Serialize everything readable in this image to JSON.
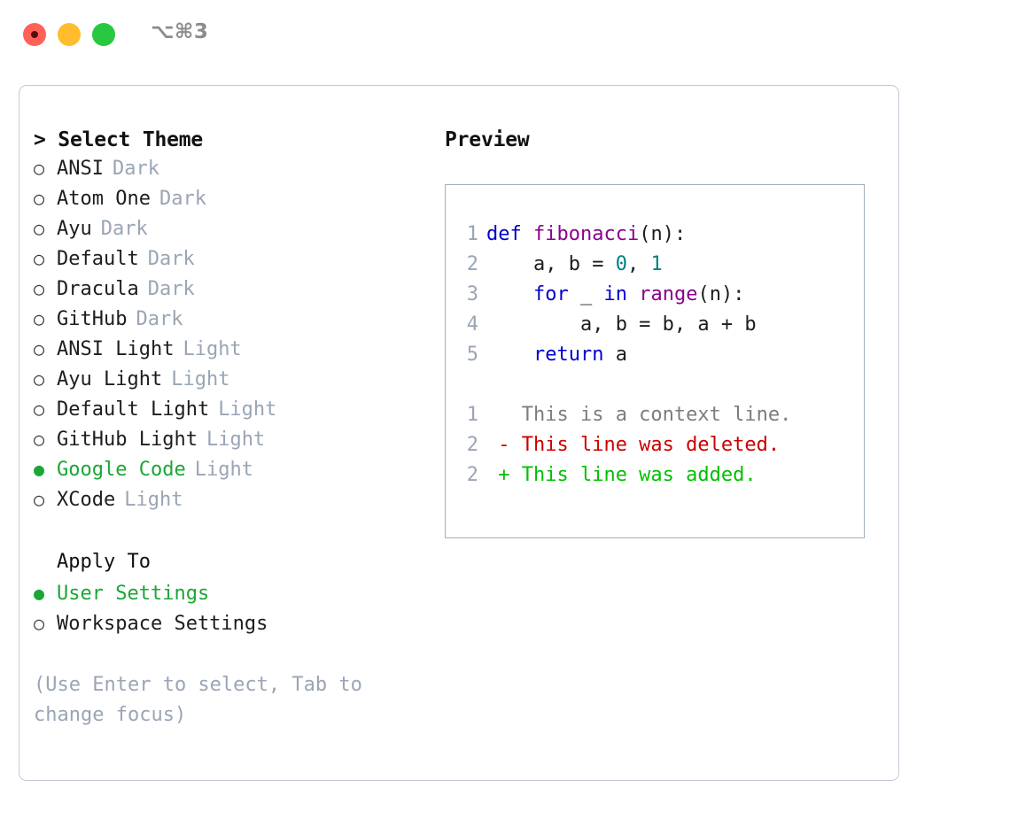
{
  "window": {
    "shortcut": "⌥⌘3",
    "traffic_lights": [
      {
        "name": "close",
        "color": "#ff6058"
      },
      {
        "name": "minimize",
        "color": "#ffbd2e"
      },
      {
        "name": "maximize",
        "color": "#28c840"
      }
    ]
  },
  "left": {
    "title": "> Select Theme",
    "themes": [
      {
        "bullet": "○",
        "label": "ANSI",
        "badge": "Dark",
        "selected": false
      },
      {
        "bullet": "○",
        "label": "Atom One",
        "badge": "Dark",
        "selected": false
      },
      {
        "bullet": "○",
        "label": "Ayu",
        "badge": "Dark",
        "selected": false
      },
      {
        "bullet": "○",
        "label": "Default",
        "badge": "Dark",
        "selected": false
      },
      {
        "bullet": "○",
        "label": "Dracula",
        "badge": "Dark",
        "selected": false
      },
      {
        "bullet": "○",
        "label": "GitHub",
        "badge": "Dark",
        "selected": false
      },
      {
        "bullet": "○",
        "label": "ANSI Light",
        "badge": "Light",
        "selected": false
      },
      {
        "bullet": "○",
        "label": "Ayu Light",
        "badge": "Light",
        "selected": false
      },
      {
        "bullet": "○",
        "label": "Default Light",
        "badge": "Light",
        "selected": false
      },
      {
        "bullet": "○",
        "label": "GitHub Light",
        "badge": "Light",
        "selected": false
      },
      {
        "bullet": "●",
        "label": "Google Code",
        "badge": "Light",
        "selected": true
      },
      {
        "bullet": "○",
        "label": "XCode",
        "badge": "Light",
        "selected": false
      }
    ],
    "apply_to": {
      "title": "Apply To",
      "options": [
        {
          "bullet": "●",
          "label": "User Settings",
          "selected": true
        },
        {
          "bullet": "○",
          "label": "Workspace Settings",
          "selected": false
        }
      ]
    },
    "hint": "(Use Enter to select, Tab to change focus)"
  },
  "right": {
    "title": "Preview",
    "code_lines": [
      {
        "lineno": "1",
        "tokens": [
          {
            "text": "def ",
            "type": "kw"
          },
          {
            "text": "fibonacci",
            "type": "fn"
          },
          {
            "text": "(n):",
            "type": "pl"
          }
        ]
      },
      {
        "lineno": "2",
        "tokens": [
          {
            "text": "    a, b = ",
            "type": "pl"
          },
          {
            "text": "0",
            "type": "num"
          },
          {
            "text": ", ",
            "type": "pl"
          },
          {
            "text": "1",
            "type": "num"
          }
        ]
      },
      {
        "lineno": "3",
        "tokens": [
          {
            "text": "    ",
            "type": "pl"
          },
          {
            "text": "for",
            "type": "kw"
          },
          {
            "text": " _ ",
            "type": "pl"
          },
          {
            "text": "in",
            "type": "kw"
          },
          {
            "text": " ",
            "type": "pl"
          },
          {
            "text": "range",
            "type": "fn"
          },
          {
            "text": "(n):",
            "type": "pl"
          }
        ]
      },
      {
        "lineno": "4",
        "tokens": [
          {
            "text": "        a, b = b, a + b",
            "type": "pl"
          }
        ]
      },
      {
        "lineno": "5",
        "tokens": [
          {
            "text": "    ",
            "type": "pl"
          },
          {
            "text": "return",
            "type": "kw"
          },
          {
            "text": " a",
            "type": "pl"
          }
        ]
      }
    ],
    "diff_lines": [
      {
        "lineno": "1",
        "tokens": [
          {
            "text": "   This is a context line.",
            "type": "ctx"
          }
        ]
      },
      {
        "lineno": "2",
        "tokens": [
          {
            "text": " - This line was deleted.",
            "type": "del"
          }
        ]
      },
      {
        "lineno": "2",
        "tokens": [
          {
            "text": " + This line was added.",
            "type": "add"
          }
        ]
      }
    ]
  },
  "colors": {
    "accent_green": "#1aa734",
    "muted": "#9aa5b5",
    "keyword": "#0000cc",
    "function": "#8b008b",
    "number": "#008080",
    "diff_added": "#00c000",
    "diff_deleted": "#cc0000",
    "diff_context": "#7d7d7d"
  }
}
